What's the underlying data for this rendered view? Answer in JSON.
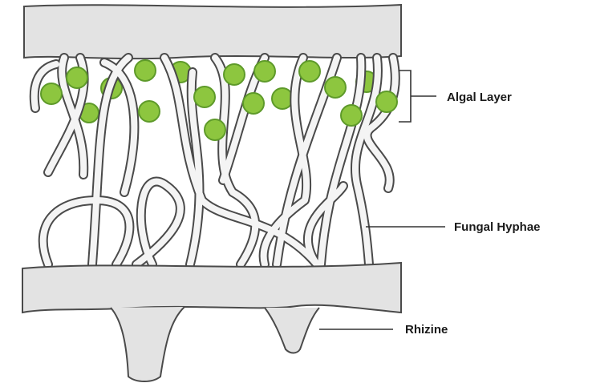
{
  "labels": {
    "algal_layer": "Algal Layer",
    "fungal_hyphae": "Fungal Hyphae",
    "rhizine": "Rhizine"
  },
  "colors": {
    "cortex_fill": "#e3e3e3",
    "outline": "#4a4a4a",
    "hypha_fill": "#f4f4f4",
    "alga_fill": "#8dc63f",
    "alga_stroke": "#5e9a2a",
    "leader": "#333333",
    "label": "#1a1a1a"
  }
}
